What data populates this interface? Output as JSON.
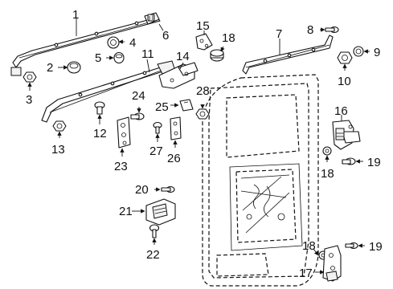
{
  "callouts": {
    "c1": "1",
    "c2": "2",
    "c3": "3",
    "c4": "4",
    "c5": "5",
    "c6": "6",
    "c7": "7",
    "c8": "8",
    "c9": "9",
    "c10": "10",
    "c11": "11",
    "c12": "12",
    "c13": "13",
    "c14": "14",
    "c15": "15",
    "c16": "16",
    "c17": "17",
    "c18a": "18",
    "c18b": "18",
    "c18c": "18",
    "c19a": "19",
    "c19b": "19",
    "c20": "20",
    "c21": "21",
    "c22": "22",
    "c23": "23",
    "c24": "24",
    "c25": "25",
    "c26": "26",
    "c27": "27",
    "c28": "28"
  }
}
